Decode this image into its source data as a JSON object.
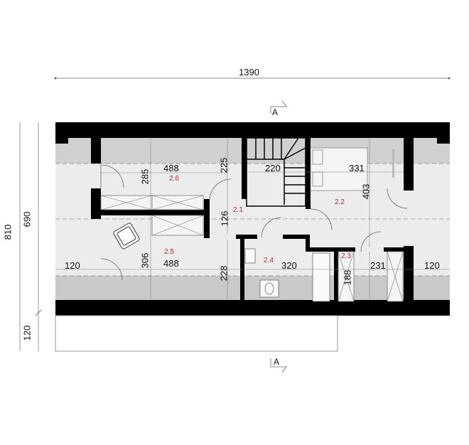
{
  "drawing": {
    "type": "attic floor plan",
    "section_marker": "A",
    "overall_dimensions": {
      "width": "1390",
      "depth_total": "810",
      "depth_inner": "690",
      "depth_terrace": "120"
    },
    "side_dimensions": {
      "left_eave": "120",
      "right_eave": "120"
    },
    "rooms": [
      {
        "id": "2.1",
        "dims": [
          "126"
        ]
      },
      {
        "id": "2.2",
        "dims": [
          "331",
          "403"
        ]
      },
      {
        "id": "2.3",
        "dims": [
          "188"
        ]
      },
      {
        "id": "2.4",
        "dims": [
          "320",
          "228"
        ]
      },
      {
        "id": "2.5",
        "dims": [
          "488",
          "306"
        ]
      },
      {
        "id": "2.6",
        "dims": [
          "488",
          "285",
          "225"
        ]
      }
    ],
    "other_dims": {
      "stair": "220",
      "closet": "231"
    },
    "colors": {
      "wall": "#000000",
      "floor_light": "#ececec",
      "floor_low_ceiling": "#c9c9c9",
      "room_label": "#c0262d",
      "dim_line": "#888888"
    }
  }
}
